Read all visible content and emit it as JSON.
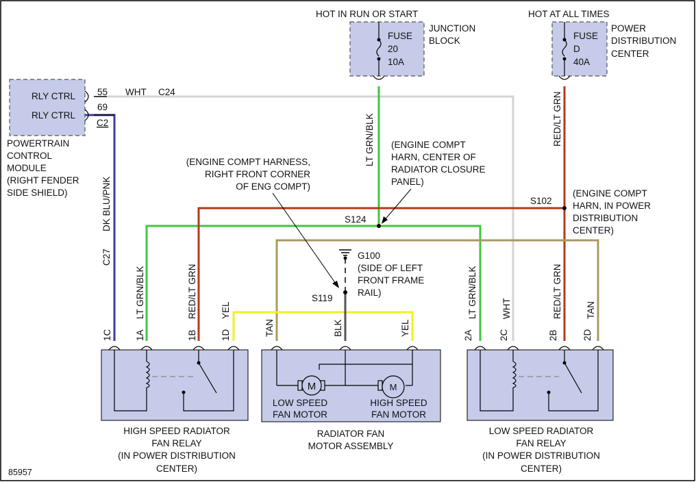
{
  "colors": {
    "background": "#ffffff",
    "border": "#000000",
    "module_fill": "#c5cbe8",
    "wire_lt_grn_blk": "#3cc83c",
    "wire_red_lt_grn": "#b23a1a",
    "wire_dk_blu_pnk": "#3b3e9e",
    "wire_wht": "#d4d4d4",
    "wire_yel": "#f2f21a",
    "wire_tan": "#a89a60",
    "wire_blk": "#555555"
  },
  "pcm": {
    "pin1_label": "RLY CTRL",
    "pin2_label": "RLY CTRL",
    "pin1_number": "55",
    "pin2_number": "69",
    "connector": "C2",
    "name_lines": [
      "POWERTRAIN",
      "CONTROL",
      "MODULE",
      "(RIGHT FENDER",
      "SIDE SHIELD)"
    ]
  },
  "junction_block": {
    "title": "HOT IN RUN OR START",
    "fuse_lines": [
      "FUSE",
      "20",
      "10A"
    ],
    "name_lines": [
      "JUNCTION",
      "BLOCK"
    ]
  },
  "power_distribution": {
    "title": "HOT AT ALL TIMES",
    "fuse_lines": [
      "FUSE",
      "D",
      "40A"
    ],
    "name_lines": [
      "POWER",
      "DISTRIBUTION",
      "CENTER"
    ]
  },
  "wires": {
    "wht_label": "WHT",
    "wht_connector": "C24",
    "lt_grn_blk": "LT GRN/BLK",
    "red_lt_grn": "RED/LT GRN",
    "dk_blu_pnk": "DK BLU/PNK",
    "c27": "C27",
    "yel": "YEL",
    "tan": "TAN",
    "blk": "BLK",
    "wht": "WHT"
  },
  "splices": {
    "s124": "S124",
    "s102": "S102",
    "s119": "S119",
    "g100": "G100"
  },
  "annotations": {
    "engine_harness_right": [
      "(ENGINE COMPT HARNESS,",
      "RIGHT FRONT CORNER",
      "OF ENG COMPT)"
    ],
    "engine_harness_center": [
      "(ENGINE COMPT",
      "HARN, CENTER OF",
      "RADIATOR CLOSURE",
      "PANEL)"
    ],
    "engine_harness_power": [
      "(ENGINE COMPT",
      "HARN, IN POWER",
      "DISTRIBUTION",
      "CENTER)"
    ],
    "ground_location": [
      "(SIDE OF LEFT",
      "FRONT FRAME",
      "RAIL)"
    ]
  },
  "high_relay": {
    "pins": [
      "1C",
      "1A",
      "1B",
      "1D"
    ],
    "name_lines": [
      "HIGH SPEED RADIATOR",
      "FAN RELAY",
      "(IN POWER DISTRIBUTION",
      "CENTER)"
    ]
  },
  "low_relay": {
    "pins": [
      "2A",
      "2C",
      "2B",
      "2D"
    ],
    "name_lines": [
      "LOW SPEED RADIATOR",
      "FAN RELAY",
      "(IN POWER DISTRIBUTION",
      "CENTER)"
    ]
  },
  "motor_assembly": {
    "motor_symbol": "M",
    "low_label": [
      "LOW SPEED",
      "FAN MOTOR"
    ],
    "high_label": [
      "HIGH SPEED",
      "FAN MOTOR"
    ],
    "name_lines": [
      "RADIATOR FAN",
      "MOTOR ASSEMBLY"
    ]
  },
  "figure_number": "85957"
}
